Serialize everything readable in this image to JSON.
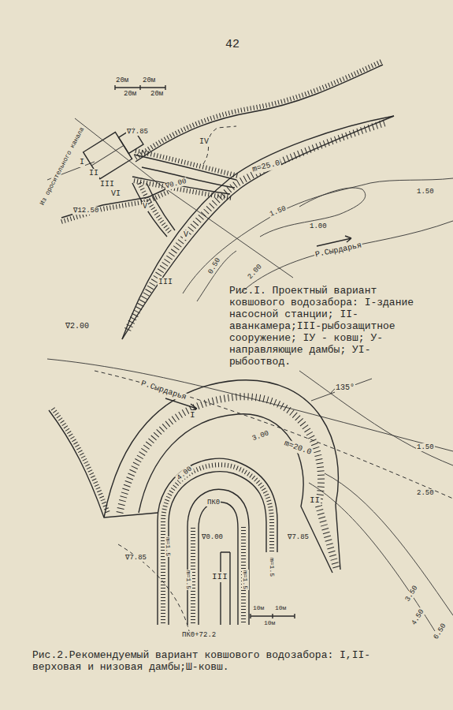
{
  "diagram": {
    "caption": "Рис.2.Рекомендуемый вариант ковшового водозабора: I,II-верховая и низовая дамбы;Ш-ковш.",
    "labels": [
      "42",
      "20м",
      "20м",
      "20м",
      "20м",
      "∇7.85",
      "IV",
      "I",
      "II",
      "III",
      "VI",
      "V",
      "Из оросительного канала",
      "∇12.50",
      "∇0.00",
      "m=25.0",
      "1.50",
      "1.50",
      "1.00",
      "0.50",
      "2.00",
      "Р.Сырдарья",
      "V",
      "III",
      "∇2.00",
      "Рис.I. Проектный вариант ковшового водозабора: I-здание насосной станции; II-аванкамера;III-рыбозащитное сооружение; IУ - ковш; У-направляющие дамбы; УI-рыбоотвод.",
      "Р.Сырдарья",
      "135°",
      "1.50",
      "2.50",
      "3.50",
      "4.50",
      "6.50",
      "m=20.0",
      "I",
      "II",
      "III",
      "3.00",
      "4.00",
      "ПК0",
      "∇0.00",
      "∇7.85",
      "∇7.85",
      "m=1.5",
      "m=1.5",
      "m=1.5",
      "m=1.5",
      "10м",
      "10м",
      "10м",
      "ПК0+72.2"
    ]
  }
}
